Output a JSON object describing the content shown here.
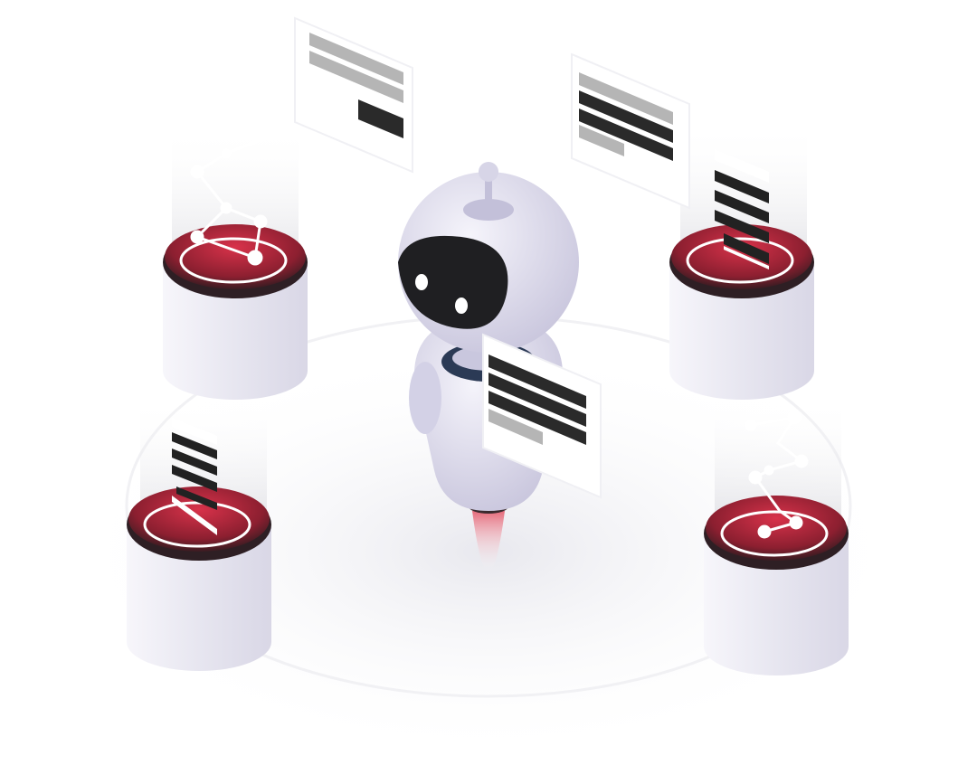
{
  "illustration": {
    "subject": "robot-assistant-with-data-pillars",
    "colors": {
      "background": "#ffffff",
      "pillar_body": "#ecebf2",
      "pillar_top_dark": "#2e1f24",
      "pillar_top_red": "#c1283e",
      "robot_body": "#e2e0ef",
      "robot_visor": "#1f1f22",
      "card_dark_line": "#2a2a2a",
      "card_light_line": "#b5b5b5",
      "jet_flame": "#f0aab3"
    },
    "pillars": [
      {
        "name": "pillar-top-left",
        "content": "network-graph-icon"
      },
      {
        "name": "pillar-top-right",
        "content": "document-lines-icon"
      },
      {
        "name": "pillar-bottom-left",
        "content": "document-lines-icon"
      },
      {
        "name": "pillar-bottom-right",
        "content": "network-graph-icon"
      }
    ],
    "floating_cards": [
      {
        "name": "card-top-left"
      },
      {
        "name": "card-top-right"
      },
      {
        "name": "card-robot-front"
      }
    ]
  }
}
